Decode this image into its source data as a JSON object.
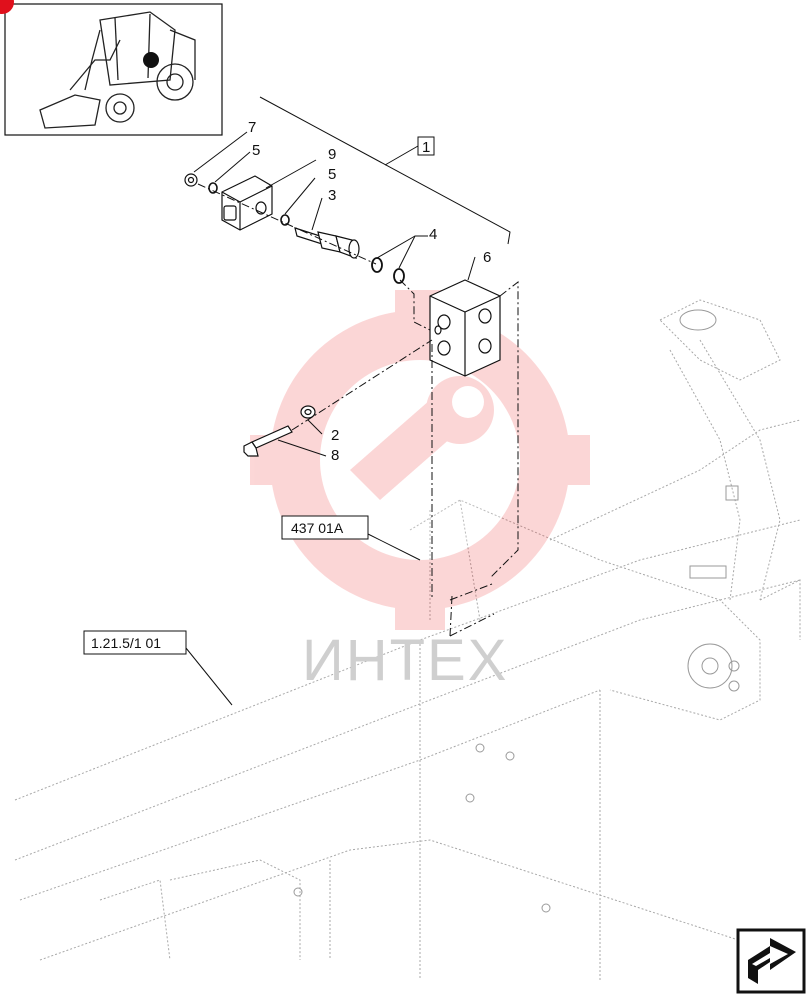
{
  "watermark": {
    "text": "ИНТЕХ"
  },
  "references": {
    "group_box": "1",
    "assembly_ref": "437 01A",
    "section_ref": "1.21.5/1 01"
  },
  "callouts": {
    "c7": "7",
    "c5a": "5",
    "c9": "9",
    "c5b": "5",
    "c3": "3",
    "c4": "4",
    "c6": "6",
    "c2": "2",
    "c8": "8"
  },
  "colors": {
    "watermark_red": "#f04848",
    "line": "#111111",
    "frame_gray": "#9a9a9a"
  },
  "icons": {
    "thumbnail": "backhoe-loader-thumbnail",
    "navigation": "next-page-arrow-icon"
  }
}
